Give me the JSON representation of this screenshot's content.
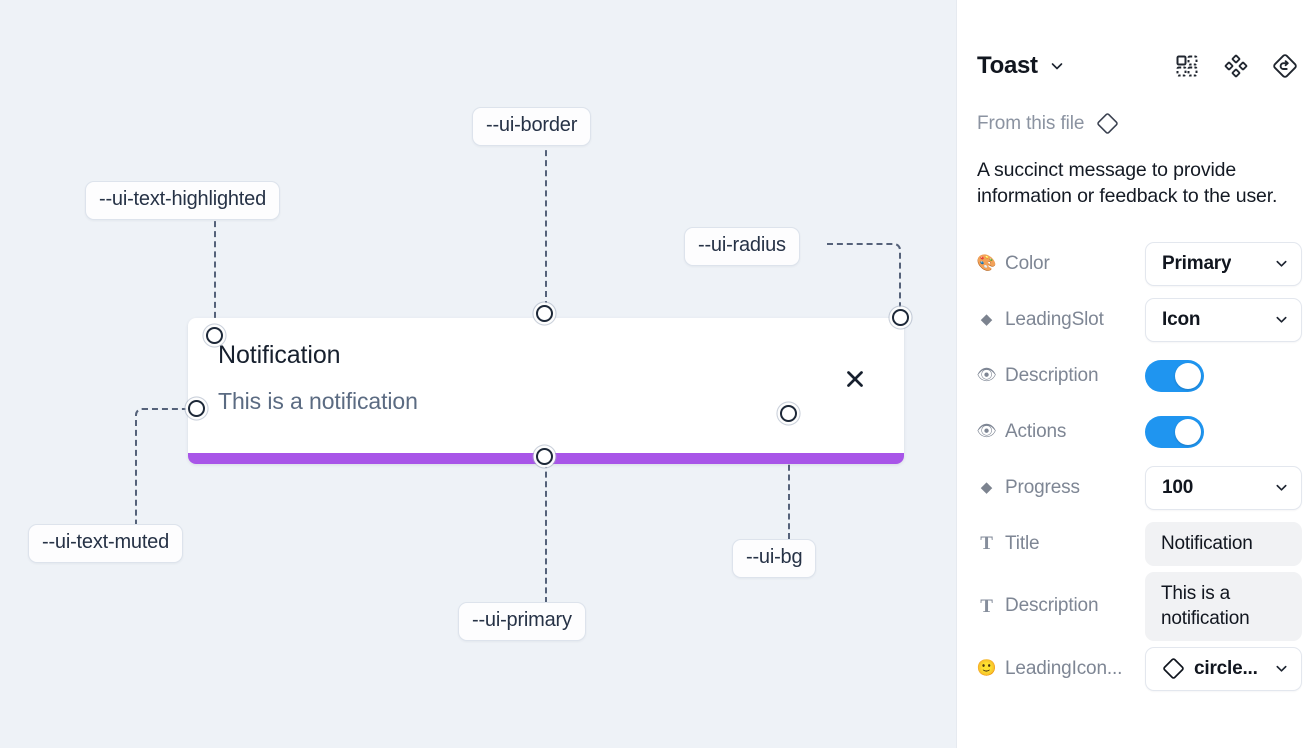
{
  "canvas": {
    "background_color": "#eef2f7",
    "component": {
      "name": "toast",
      "title": "Notification",
      "description": "This is a notification",
      "close_icon": "close-icon",
      "progress_color": "#a855e8",
      "background_color": "#ffffff"
    },
    "annotations": [
      {
        "id": "ui-text-highlighted",
        "label": "--ui-text-highlighted"
      },
      {
        "id": "ui-border",
        "label": "--ui-border"
      },
      {
        "id": "ui-radius",
        "label": "--ui-radius"
      },
      {
        "id": "ui-text-muted",
        "label": "--ui-text-muted"
      },
      {
        "id": "ui-primary",
        "label": "--ui-primary"
      },
      {
        "id": "ui-bg",
        "label": "--ui-bg"
      }
    ]
  },
  "panel": {
    "title": "Toast",
    "title_caret_icon": "chevron-down-icon",
    "header_icons": [
      {
        "name": "component-grid-icon"
      },
      {
        "name": "four-diamonds-icon"
      },
      {
        "name": "reset-diamond-icon"
      }
    ],
    "from_file": {
      "label": "From this file",
      "icon": "diamond-icon"
    },
    "description": "A succinct message to provide information or feedback to the user.",
    "properties": [
      {
        "name": "color",
        "icon": "palette-emoji",
        "icon_glyph": "🎨",
        "label": "Color",
        "control": "select",
        "value": "Primary"
      },
      {
        "name": "leading-slot",
        "icon": "diamond-icon",
        "icon_glyph": "◆",
        "label": "LeadingSlot",
        "control": "select",
        "value": "Icon"
      },
      {
        "name": "description",
        "icon": "eye-emoji",
        "icon_glyph": "👁",
        "label": "Description",
        "control": "toggle",
        "value": "on"
      },
      {
        "name": "actions",
        "icon": "eye-emoji",
        "icon_glyph": "👁",
        "label": "Actions",
        "control": "toggle",
        "value": "on"
      },
      {
        "name": "progress",
        "icon": "diamond-icon",
        "icon_glyph": "◆",
        "label": "Progress",
        "control": "select",
        "value": "100"
      },
      {
        "name": "title",
        "icon": "text-icon",
        "icon_glyph": "T",
        "label": "Title",
        "control": "textbox",
        "value": "Notification"
      },
      {
        "name": "description-text",
        "icon": "text-icon",
        "icon_glyph": "T",
        "label": "Description",
        "control": "textbox",
        "value": "This is a notification"
      },
      {
        "name": "leading-icon",
        "icon": "smiley-emoji",
        "icon_glyph": "🙂",
        "label": "LeadingIcon...",
        "control": "select-with-icon",
        "value": "circle..."
      }
    ],
    "toggle_on_color": "#1f95f0"
  }
}
